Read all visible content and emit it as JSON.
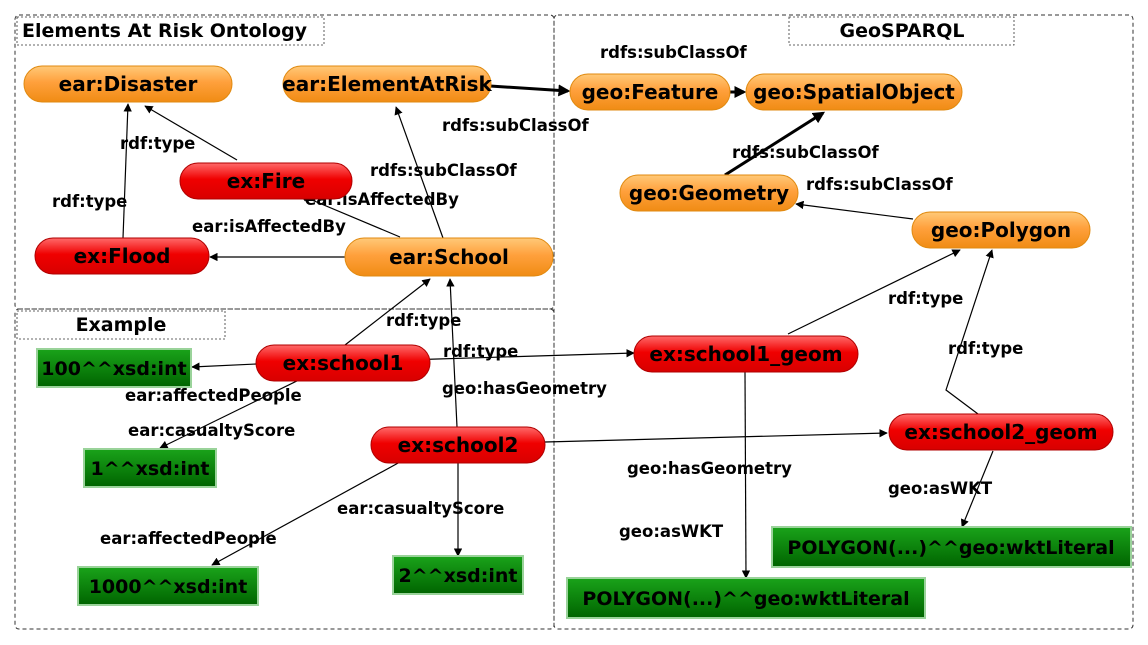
{
  "sections": {
    "ontology": "Elements At Risk Ontology",
    "geosparql": "GeoSPARQL",
    "example": "Example"
  },
  "nodes": {
    "disaster": "ear:Disaster",
    "element_at_risk": "ear:ElementAtRisk",
    "fire": "ex:Fire",
    "flood": "ex:Flood",
    "school": "ear:School",
    "feature": "geo:Feature",
    "spatial_object": "geo:SpatialObject",
    "geometry": "geo:Geometry",
    "polygon": "geo:Polygon",
    "school1": "ex:school1",
    "school2": "ex:school2",
    "school1_geom": "ex:school1_geom",
    "school2_geom": "ex:school2_geom"
  },
  "literals": {
    "lit_100": "100^^xsd:int",
    "lit_1": "1^^xsd:int",
    "lit_1000": "1000^^xsd:int",
    "lit_2": "2^^xsd:int",
    "wkt_1": "POLYGON(...)^^geo:wktLiteral",
    "wkt_2": "POLYGON(...)^^geo:wktLiteral"
  },
  "edge_labels": {
    "feature_spatial": "rdfs:subClassOf",
    "ear_feature": "rdfs:subClassOf",
    "geometry_spatial": "rdfs:subClassOf",
    "polygon_geometry": "rdfs:subClassOf",
    "fire_type": "rdf:type",
    "flood_type": "rdf:type",
    "school_subclass": "rdfs:subClassOf",
    "school_affected_fire": "ear:isAffectedBy",
    "school_affected_flood": "ear:isAffectedBy",
    "school1_type": "rdf:type",
    "school2_type": "rdf:type",
    "school1_affected_people": "ear:affectedPeople",
    "school1_casualty": "ear:casualtyScore",
    "school2_has_geometry": "geo:hasGeometry",
    "school1_has_geometry": "geo:hasGeometry",
    "school2_affected_people": "ear:affectedPeople",
    "school2_casualty": "ear:casualtyScore",
    "geom1_aswkt": "geo:asWKT",
    "geom2_aswkt": "geo:asWKT",
    "geom1_type": "rdf:type",
    "geom2_type": "rdf:type"
  },
  "colors": {
    "class_fill_light": "#ffc978",
    "class_fill_dark": "#f08c14",
    "instance_fill_light": "#ff6a6a",
    "instance_fill_dark": "#d80000",
    "literal_fill_light": "#1aa31a",
    "literal_fill_dark": "#006400"
  }
}
